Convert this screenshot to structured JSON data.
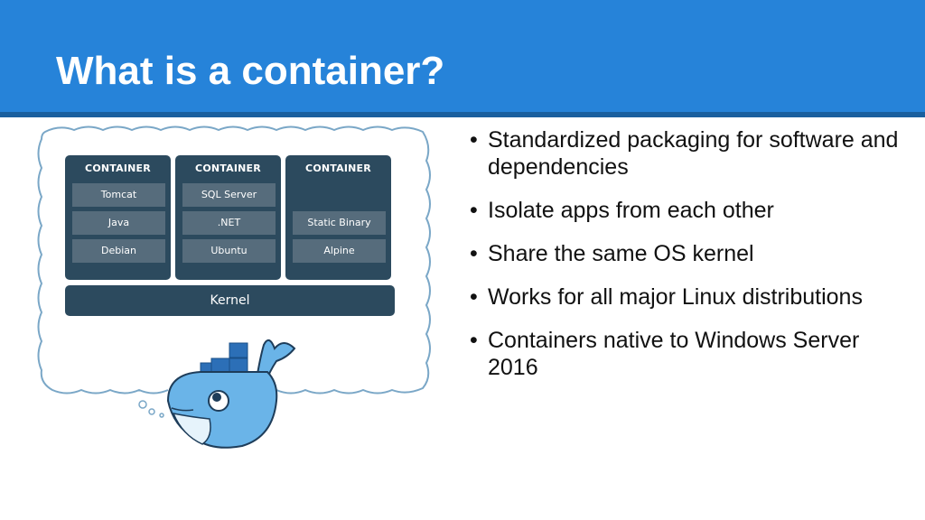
{
  "slide": {
    "title": "What is a container?",
    "colors": {
      "title_bar": "#2683d9",
      "box_dark": "#2c4a5e",
      "box_light": "#566c7c",
      "whale": "#6ab4e8"
    }
  },
  "diagram": {
    "containers": [
      {
        "header": "CONTAINER",
        "layers": [
          "Tomcat",
          "Java",
          "Debian"
        ]
      },
      {
        "header": "CONTAINER",
        "layers": [
          "SQL Server",
          ".NET",
          "Ubuntu"
        ]
      },
      {
        "header": "CONTAINER",
        "layers": [
          "",
          "Static Binary",
          "Alpine"
        ]
      }
    ],
    "kernel": "Kernel",
    "mascot_icon": "docker-whale-icon"
  },
  "bullets": [
    "Standardized packaging for software and dependencies",
    "Isolate apps from each other",
    "Share the same OS kernel",
    "Works for all major Linux distributions",
    "Containers native to Windows Server 2016"
  ]
}
